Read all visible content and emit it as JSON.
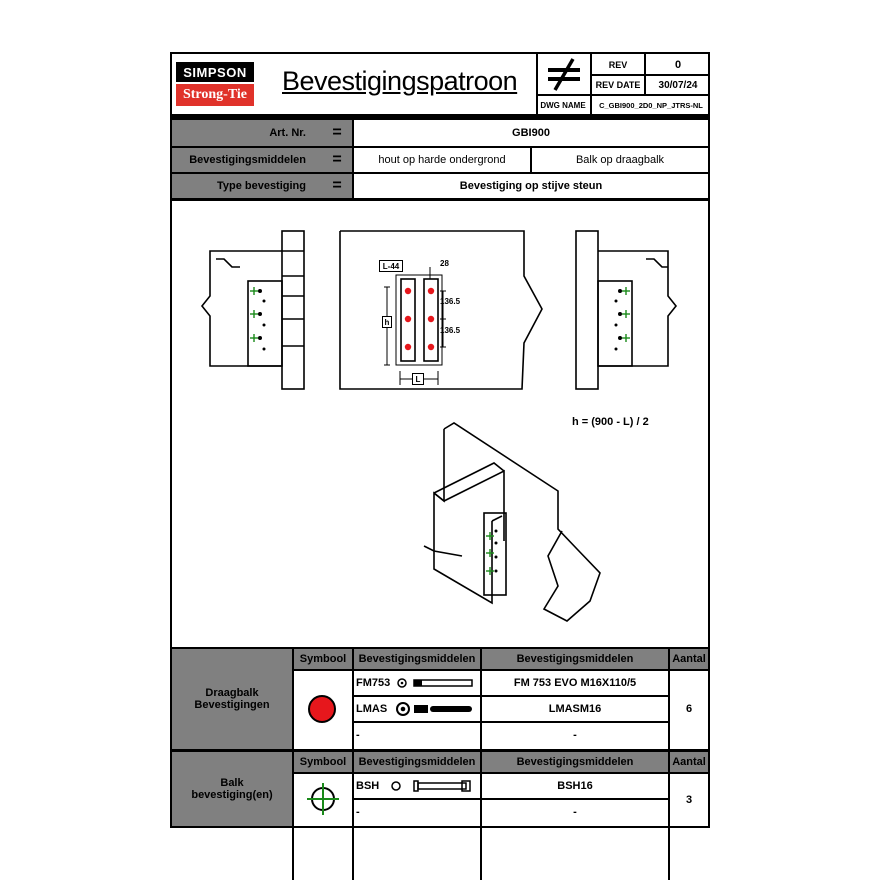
{
  "header": {
    "logo_top": "SIMPSON",
    "logo_bottom": "Strong-Tie",
    "title": "Bevestigingspatroon",
    "rev_label": "REV",
    "rev_value": "0",
    "rev_date_label": "REV DATE",
    "rev_date_value": "30/07/24",
    "dwg_label": "DWG NAME",
    "dwg_value": "C_GBI900_2D0_NP_JTRS-NL"
  },
  "info": {
    "art_label": "Art. Nr.",
    "art_value": "GBI900",
    "middel_label": "Bevestigingsmiddelen",
    "middel_value_1": "hout op harde ondergrond",
    "middel_value_2": "Balk op draagbalk",
    "type_label": "Type bevestiging",
    "type_value": "Bevestiging op stijve steun",
    "eq": "="
  },
  "drawing": {
    "dim_l44": "L-44",
    "dim_28": "28",
    "dim_1365a": "136.5",
    "dim_1365b": "136.5",
    "dim_h": "h",
    "dim_l": "L",
    "formula": "h = (900 - L) / 2"
  },
  "table1": {
    "group_label_1": "Draagbalk",
    "group_label_2": "Bevestigingen",
    "col_symbool": "Symbool",
    "col_middelen": "Bevestigingsmiddelen",
    "col_middelen2": "Bevestigingsmiddelen",
    "col_aantal": "Aantal",
    "rows": [
      {
        "code": "FM753",
        "name": "FM 753 EVO M16X110/5"
      },
      {
        "code": "LMAS",
        "name": "LMASM16"
      },
      {
        "code": "-",
        "name": "-"
      }
    ],
    "aantal": "6"
  },
  "table2": {
    "group_label_1": "Balk",
    "group_label_2": "bevestiging(en)",
    "col_symbool": "Symbool",
    "col_middelen": "Bevestigingsmiddelen",
    "col_middelen2": "Bevestigingsmiddelen",
    "col_aantal": "Aantal",
    "rows": [
      {
        "code": "BSH",
        "name": "BSH16"
      },
      {
        "code": "-",
        "name": "-"
      }
    ],
    "aantal": "3"
  },
  "colors": {
    "red_dot": "#e6171c",
    "green_mark": "#1a8a1a",
    "grey": "#808080"
  },
  "icons": [
    "not-equal-icon",
    "red-circle-icon",
    "green-crosshair-icon",
    "anchor-icon",
    "screw-icon"
  ]
}
